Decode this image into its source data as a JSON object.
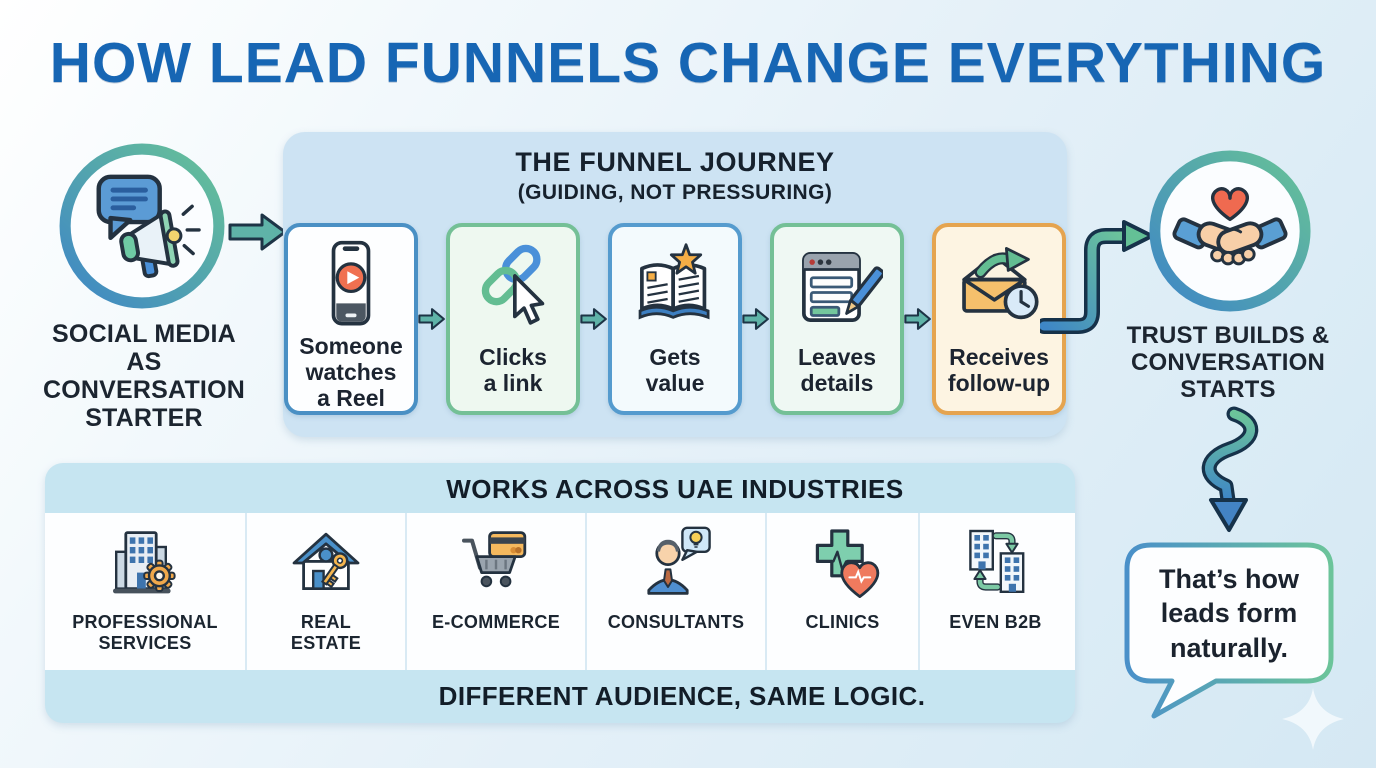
{
  "title": "HOW LEAD FUNNELS CHANGE EVERYTHING",
  "left_node": {
    "label": "SOCIAL MEDIA\nAS\nCONVERSATION\nSTARTER",
    "icon": "megaphone-chat-icon"
  },
  "funnel": {
    "title": "THE FUNNEL JOURNEY",
    "subtitle": "(GUIDING, NOT PRESSURING)",
    "steps": [
      {
        "label": "Someone\nwatches\na Reel",
        "icon": "phone-reel-icon",
        "accent": "#4a90c4"
      },
      {
        "label": "Clicks\na link",
        "icon": "link-cursor-icon",
        "accent": "#74c096"
      },
      {
        "label": "Gets\nvalue",
        "icon": "book-star-icon",
        "accent": "#559bce"
      },
      {
        "label": "Leaves\ndetails",
        "icon": "form-pen-icon",
        "accent": "#74c096"
      },
      {
        "label": "Receives\nfollow-up",
        "icon": "mail-clock-icon",
        "accent": "#e5a44f"
      }
    ]
  },
  "right_node": {
    "label": "TRUST BUILDS &\nCONVERSATION\nSTARTS",
    "icon": "handshake-heart-icon"
  },
  "industries": {
    "title": "WORKS ACROSS UAE INDUSTRIES",
    "items": [
      {
        "label": "PROFESSIONAL\nSERVICES",
        "icon": "building-gear-icon"
      },
      {
        "label": "REAL\nESTATE",
        "icon": "house-key-icon"
      },
      {
        "label": "E-COMMERCE",
        "icon": "cart-card-icon"
      },
      {
        "label": "CONSULTANTS",
        "icon": "consultant-icon"
      },
      {
        "label": "CLINICS",
        "icon": "medical-cross-icon"
      },
      {
        "label": "EVEN B2B",
        "icon": "b2b-buildings-icon"
      }
    ],
    "footer": "DIFFERENT AUDIENCE, SAME LOGIC."
  },
  "bubble": {
    "text": "That’s how\nleads form\nnaturally."
  },
  "colors": {
    "title_blue": "#1766b4",
    "panel_blue": "#cde3f3",
    "band_blue": "#c6e5f1",
    "card_border_blue": "#4a90c4",
    "card_border_green": "#74c096",
    "card_border_orange": "#e5a44f",
    "arrow_teal": "#5fb3a8",
    "gradient_blue": "#3e86c6",
    "gradient_green": "#67c297",
    "outline_dark": "#243240"
  }
}
